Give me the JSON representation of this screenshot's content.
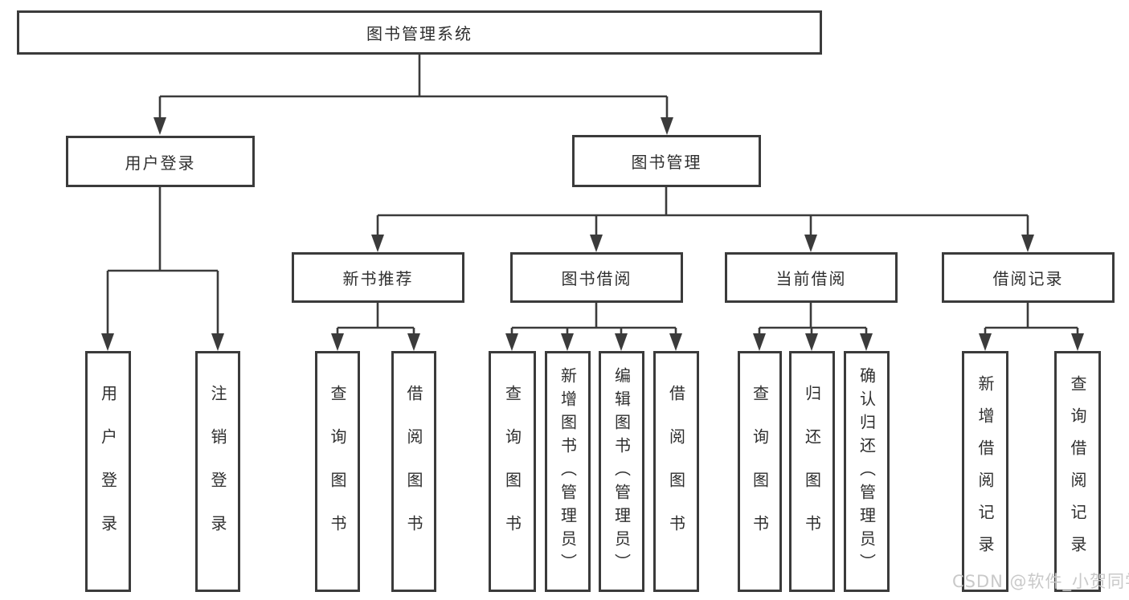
{
  "diagram": {
    "title": "图书管理系统",
    "root": {
      "label": "图书管理系统"
    },
    "branches": [
      {
        "label": "用户登录",
        "children": [
          {
            "label": "用户登录"
          },
          {
            "label": "注销登录"
          }
        ]
      },
      {
        "label": "图书管理",
        "children": [
          {
            "label": "新书推荐",
            "children": [
              {
                "label": "查询图书"
              },
              {
                "label": "借阅图书"
              }
            ]
          },
          {
            "label": "图书借阅",
            "children": [
              {
                "label": "查询图书"
              },
              {
                "label": "新增图书（管理员）"
              },
              {
                "label": "编辑图书（管理员）"
              },
              {
                "label": "借阅图书"
              }
            ]
          },
          {
            "label": "当前借阅",
            "children": [
              {
                "label": "查询图书"
              },
              {
                "label": "归还图书"
              },
              {
                "label": "确认归还（管理员）"
              }
            ]
          },
          {
            "label": "借阅记录",
            "children": [
              {
                "label": "新增借阅记录"
              },
              {
                "label": "查询借阅记录"
              }
            ]
          }
        ]
      }
    ]
  },
  "watermark": "CSDN @软件_小贺同学",
  "colors": {
    "line": "#3b3b3b",
    "box_border": "#3b3b3b",
    "text": "#2f2f2f",
    "watermark": "#c9c9c9",
    "background": "#ffffff"
  }
}
